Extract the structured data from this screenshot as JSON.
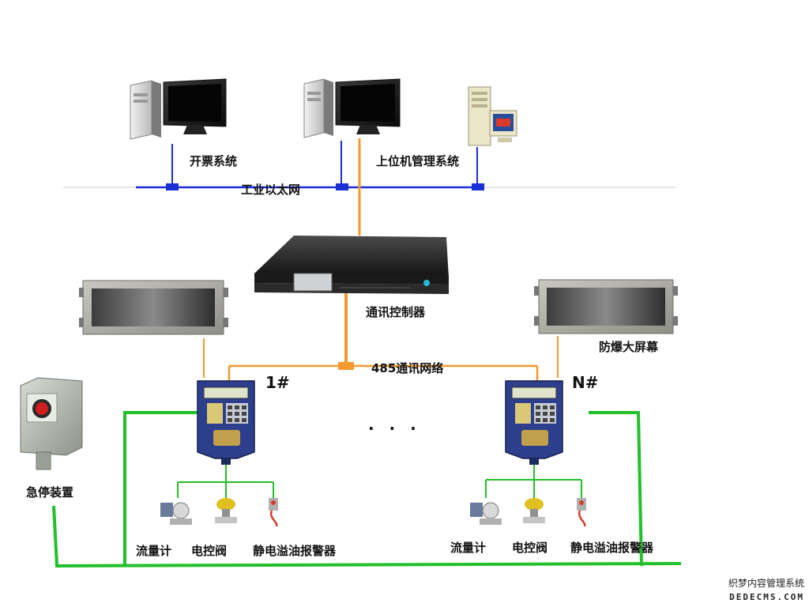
{
  "nodes": {
    "ticketing": "开票系统",
    "host_mgmt": "上位机管理系统",
    "ethernet": "工业以太网",
    "comm_ctrl": "通讯控制器",
    "explosion_screen": "防爆大屏幕",
    "rs485": "485通讯网络",
    "term1": "1#",
    "termN": "N#",
    "estop": "急停装置",
    "ellipsis": "· · ·",
    "left_group": {
      "flowmeter": "流量计",
      "valve": "电控阀",
      "alarm": "静电溢油报警器"
    },
    "right_group": {
      "flowmeter": "流量计",
      "valve": "电控阀",
      "alarm": "静电溢油报警器"
    }
  },
  "watermark": {
    "line1": "织梦内容管理系统",
    "line2": "DEDECMS.COM"
  },
  "colors": {
    "ethernet_line": "#1a2fd6",
    "orange_line": "#f29a2e",
    "green_line": "#22c02a",
    "device_blue": "#2c3e8c"
  },
  "icons": [
    "desktop-pc-icon",
    "server-tower-icon",
    "controller-box-icon",
    "led-screen-icon",
    "terminal-icon",
    "emergency-stop-icon",
    "flowmeter-icon",
    "valve-icon",
    "alarm-icon"
  ]
}
